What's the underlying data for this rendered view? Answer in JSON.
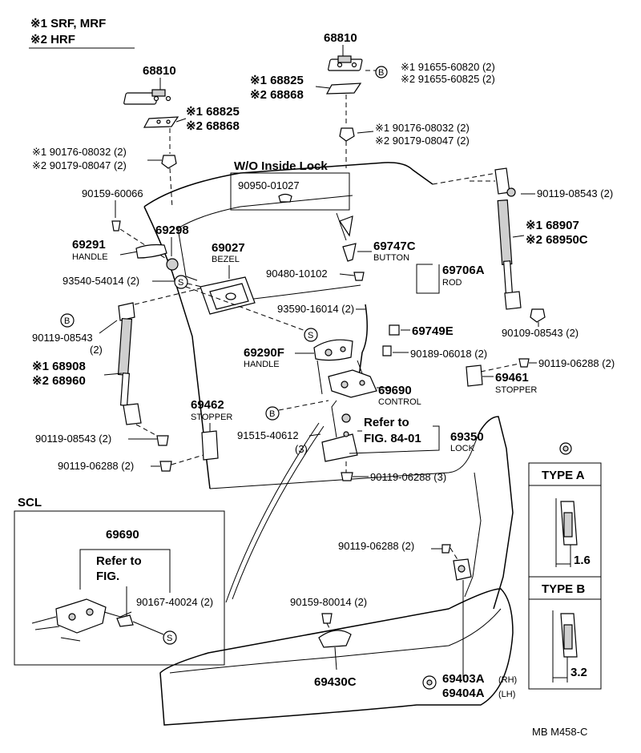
{
  "legend": {
    "line1": "※1 SRF, MRF",
    "line2": "※2 HRF"
  },
  "labels": {
    "p68810_left": "68810",
    "p68825_left": "※1 68825",
    "p68868_left": "※2 68868",
    "p90176_left": "※1 90176-08032 (2)",
    "p90179_left": "※2 90179-08047 (2)",
    "p68810_right": "68810",
    "p68825_right": "※1 68825",
    "p68868_right": "※2 68868",
    "p91655_a": "※1 91655-60820 (2)",
    "p91655_b": "※2 91655-60825 (2)",
    "p90176_right": "※1 90176-08032 (2)",
    "p90179_right": "※2 90179-08047 (2)",
    "wo_inside_lock": "W/O Inside Lock",
    "p90950": "90950-01027",
    "p90159_60066": "90159-60066",
    "p69298": "69298",
    "p69291": "69291",
    "handle_1": "HANDLE",
    "p69027": "69027",
    "bezel": "BEZEL",
    "p69747c": "69747C",
    "button": "BUTTON",
    "p90119_08543_tr": "90119-08543 (2)",
    "p68907": "※1 68907",
    "p68950c": "※2 68950C",
    "p93540": "93540-54014 (2)",
    "p90480": "90480-10102",
    "p69706a": "69706A",
    "rod": "ROD",
    "p93590": "93590-16014 (2)",
    "p90109": "90109-08543 (2)",
    "p90119_08543_l": "90119-08543",
    "qty2": "(2)",
    "p68908": "※1 68908",
    "p68960": "※2 68960",
    "p69749e": "69749E",
    "p69290f": "69290F",
    "handle_2": "HANDLE",
    "p90189": "90189-06018 (2)",
    "p90119_06288_r": "90119-06288 (2)",
    "p69461": "69461",
    "stopper_r": "STOPPER",
    "p69690": "69690",
    "control": "CONTROL",
    "p69462": "69462",
    "stopper_l": "STOPPER",
    "p91515": "91515-40612",
    "qty3": "(3)",
    "refer_to": "Refer to",
    "fig_ref": "FIG. 84-01",
    "p69350": "69350",
    "lock": "LOCK",
    "p90119_08543_b": "90119-08543 (2)",
    "p90119_06288_l": "90119-06288 (2)",
    "p90119_06288_c": "90119-06288 (3)",
    "scl": "SCL",
    "scl_69690": "69690",
    "scl_refer": "Refer to",
    "scl_fig": "FIG.",
    "scl_90167": "90167-40024 (2)",
    "type_a": "TYPE A",
    "type_a_dim": "1.6",
    "type_b": "TYPE B",
    "type_b_dim": "3.2",
    "p90119_06288_br": "90119-06288 (2)",
    "p90159_80014": "90159-80014 (2)",
    "p69430c": "69430C",
    "p69403a": "69403A",
    "rh": "(RH)",
    "p69404a": "69404A",
    "lh": "(LH)",
    "code": "MB  M458-C",
    "marker_b": "B",
    "marker_s": "S"
  }
}
